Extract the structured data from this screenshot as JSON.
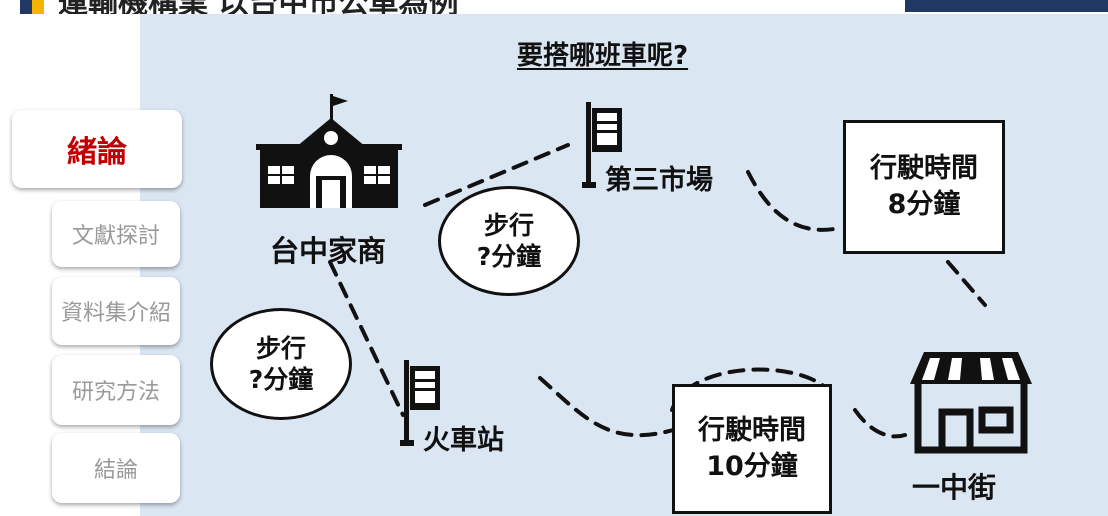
{
  "header": {
    "title": "運輸機構業 以台中市公車為例"
  },
  "nav": {
    "items": [
      {
        "label": "緒論",
        "active": true
      },
      {
        "label": "文獻探討",
        "active": false
      },
      {
        "label": "資料集介紹",
        "active": false
      },
      {
        "label": "研究方法",
        "active": false
      },
      {
        "label": "結論",
        "active": false
      }
    ]
  },
  "diagram": {
    "question": "要搭哪班車呢?",
    "school_label": "台中家商",
    "stop_market_label": "第三市場",
    "stop_train_label": "火車站",
    "store_label": "一中街",
    "walk_bubble_1": {
      "line1": "步行",
      "line2": "?分鐘"
    },
    "walk_bubble_2": {
      "line1": "步行",
      "line2": "?分鐘"
    },
    "drive_box_1": {
      "line1": "行駛時間",
      "line2": "8分鐘"
    },
    "drive_box_2": {
      "line1": "行駛時間",
      "line2": "10分鐘"
    }
  },
  "colors": {
    "accent_red": "#c00000",
    "nav_inactive": "#9a9a9a",
    "canvas_bg": "#dbe6f3",
    "brand_blue": "#1f3864",
    "brand_gold": "#f4b400"
  }
}
